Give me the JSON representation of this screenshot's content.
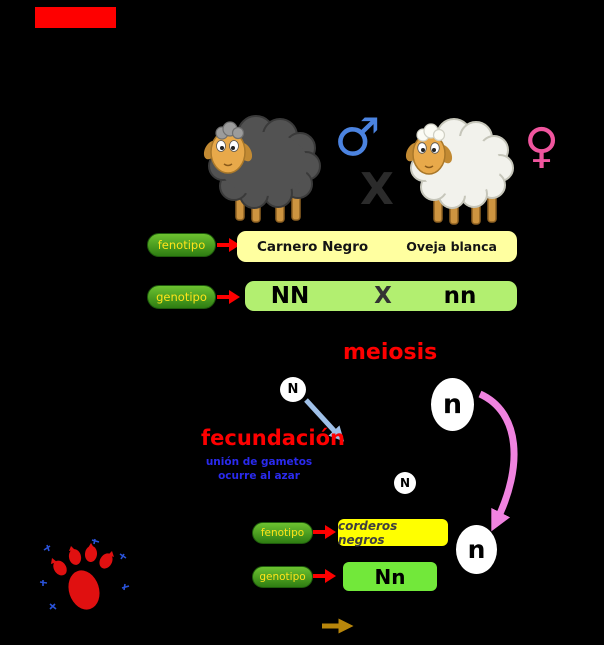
{
  "parents": {
    "male_symbol": "♂",
    "female_symbol": "♀",
    "cross_symbol": "X"
  },
  "phenotype_row": {
    "label": "fenotipo",
    "left_value": "Carnero Negro",
    "right_value": "Oveja blanca"
  },
  "genotype_row": {
    "label": "genotipo",
    "left_value": "NN",
    "cross_symbol": "X",
    "right_value": "nn"
  },
  "process": {
    "meiosis_label": "meiosis",
    "fecundacion_label": "fecundación",
    "note_line1": "unión de gametos",
    "note_line2": "ocurre al azar"
  },
  "gametes": {
    "top_left": "N",
    "top_right": "n",
    "middle": "N",
    "bottom_right": "n"
  },
  "offspring": {
    "phenotype_label": "fenotipo",
    "phenotype_value": "corderos negros",
    "genotype_label": "genotipo",
    "genotype_value": "Nn"
  },
  "colors": {
    "background": "#000000",
    "accent_red": "#fe0000",
    "pill_green": "#3aa01e",
    "pill_text_yellow": "#ffe41a",
    "phenotype_bar_yellow": "#ffffa0",
    "genotype_bar_green": "#b2ef70",
    "offspring_phenotype_yellow": "#ffff00",
    "offspring_genotype_green": "#72e83a",
    "male_blue": "#4b83e0",
    "female_pink": "#f0559e",
    "note_blue": "#2a2aee",
    "pink_arrow": "#f083e0",
    "blue_arrow": "#9fc0e8",
    "orange_arrow": "#b8860b",
    "paw_red": "#e01010"
  }
}
